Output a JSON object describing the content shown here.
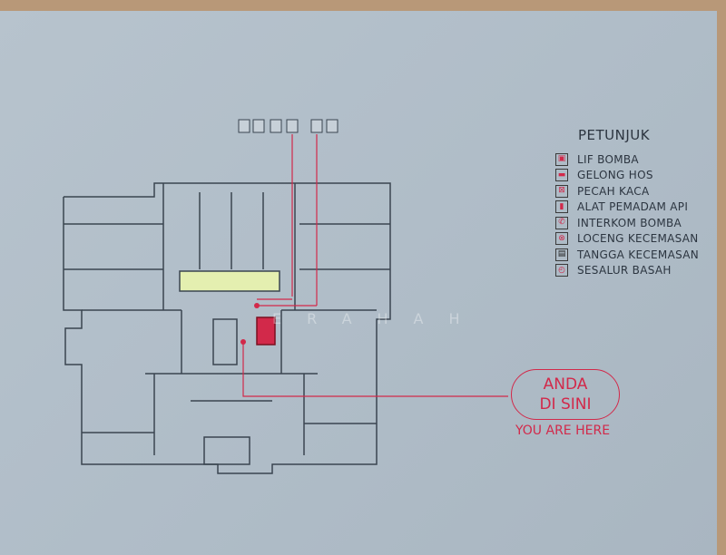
{
  "legend": {
    "title": "PETUNJUK",
    "items": [
      {
        "icon": "fire-lift-icon",
        "glyph": "▣",
        "label": "LIF BOMBA"
      },
      {
        "icon": "hose-reel-icon",
        "glyph": "▬",
        "label": "GELONG HOS"
      },
      {
        "icon": "break-glass-icon",
        "glyph": "⊠",
        "label": "PECAH KACA"
      },
      {
        "icon": "fire-extinguisher-icon",
        "glyph": "▮",
        "label": "ALAT PEMADAM API"
      },
      {
        "icon": "fire-intercom-icon",
        "glyph": "✆",
        "label": "INTERKOM BOMBA"
      },
      {
        "icon": "alarm-bell-icon",
        "glyph": "⊗",
        "label": "LOCENG KECEMASAN"
      },
      {
        "icon": "emergency-stairs-icon",
        "glyph": "▤",
        "label": "TANGGA KECEMASAN"
      },
      {
        "icon": "wet-riser-icon",
        "glyph": "◴",
        "label": "SESALUR BASAH"
      }
    ]
  },
  "you_are_here": {
    "line1": "ANDA",
    "line2": "DI SINI",
    "english": "YOU ARE HERE"
  },
  "watermark": "ERAHAH",
  "colors": {
    "accent": "#d2294a",
    "line": "#3a4550",
    "sign": "#b4c1cc"
  }
}
